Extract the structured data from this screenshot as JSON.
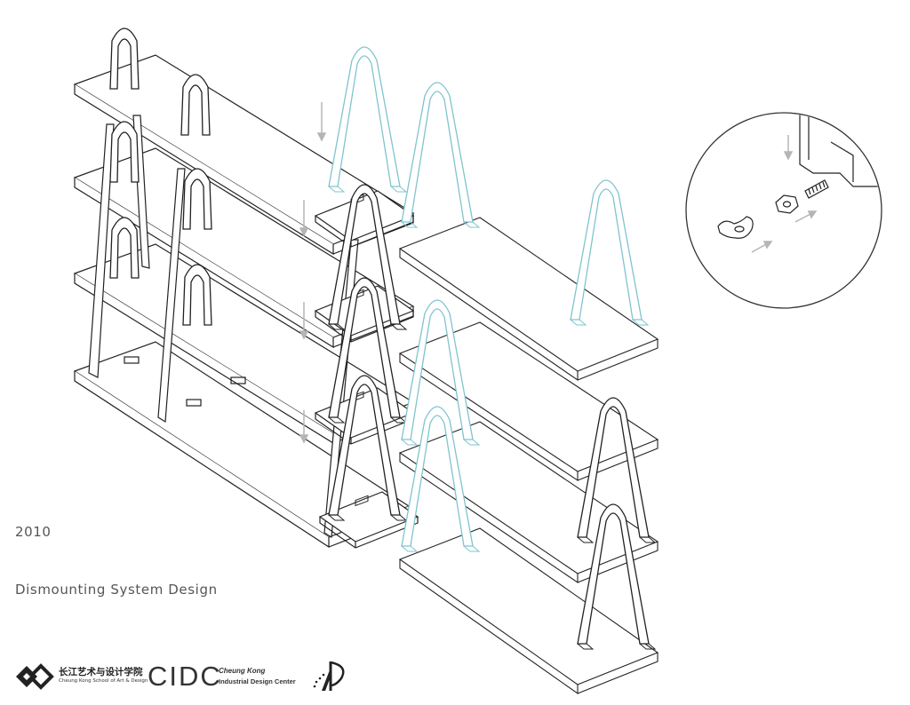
{
  "caption": {
    "year": "2010",
    "title": "Dismounting System Design"
  },
  "logos": {
    "school_cn": "长江艺术与设计学院",
    "school_en": "Cheung Kong School of Art & Design",
    "cidc": "CIDC",
    "cidc_line1": "Cheung Kong",
    "cidc_line2": "Industrial Design Center"
  },
  "colors": {
    "line": "#222222",
    "ghost": "#7fc4cf",
    "arrow": "#b5b5b5"
  },
  "icons": [
    "wing-nut-icon",
    "hex-nut-icon",
    "bolt-icon",
    "school-logo-icon",
    "ad-logo-icon"
  ]
}
